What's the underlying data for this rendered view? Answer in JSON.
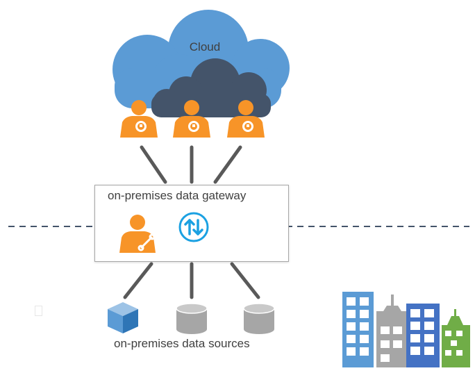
{
  "labels": {
    "cloud": "Cloud",
    "gateway": "on-premises data gateway",
    "data_sources": "on-premises data sources"
  },
  "colors": {
    "cloud_light": "#5b9bd5",
    "cloud_dark": "#44546a",
    "person_orange": "#f79428",
    "gateway_icon_blue": "#1ba1e2",
    "connector_gray": "#595959",
    "cylinder_gray": "#a6a6a6",
    "cube_blue": "#5b9bd5",
    "building_blue": "#4472c4",
    "building_green": "#70ad47",
    "dashed_line": "#44546a"
  },
  "icons": {
    "cloud_people": [
      "cloud-service-person-icon",
      "cloud-service-person-icon",
      "cloud-service-person-icon"
    ],
    "gateway": [
      "gateway-admin-person-icon",
      "sync-arrows-icon"
    ],
    "data_sources": [
      "cube-data-source-icon",
      "database-cylinder-icon",
      "database-cylinder-icon"
    ],
    "buildings": [
      "office-building-icon",
      "office-building-icon",
      "office-building-icon",
      "office-building-icon"
    ]
  }
}
